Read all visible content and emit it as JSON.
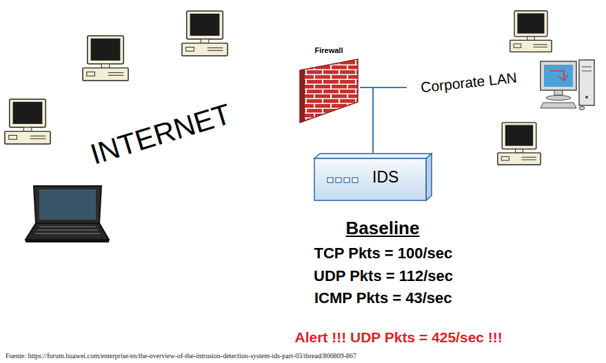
{
  "diagram": {
    "caption": "Fuente: https://forum.huawei.com/enterprise/en/the-overview-of-the-intrusion-detection-system-ids-part-03/thread/800809-867",
    "nodes": [
      {
        "text": [
          "INTERNET"
        ]
      },
      {
        "text": [
          "Firewall"
        ]
      },
      {
        "text": [
          "Corporate LAN"
        ]
      },
      {
        "text": [
          "IDS"
        ]
      }
    ],
    "edges": [
      {
        "from": 1,
        "to": 2,
        "arrow": "none"
      },
      {
        "from": 1,
        "to": 3,
        "arrow": "none"
      },
      {
        "from": 3,
        "to": 2,
        "arrow": "none"
      }
    ],
    "labels": [
      "Baseline",
      "TCP Pkts = 100/sec",
      "UDP Pkts = 112/sec",
      "ICMP Pkts = 43/sec",
      "Alert !!! UDP Pkts = 425/sec !!!"
    ]
  }
}
